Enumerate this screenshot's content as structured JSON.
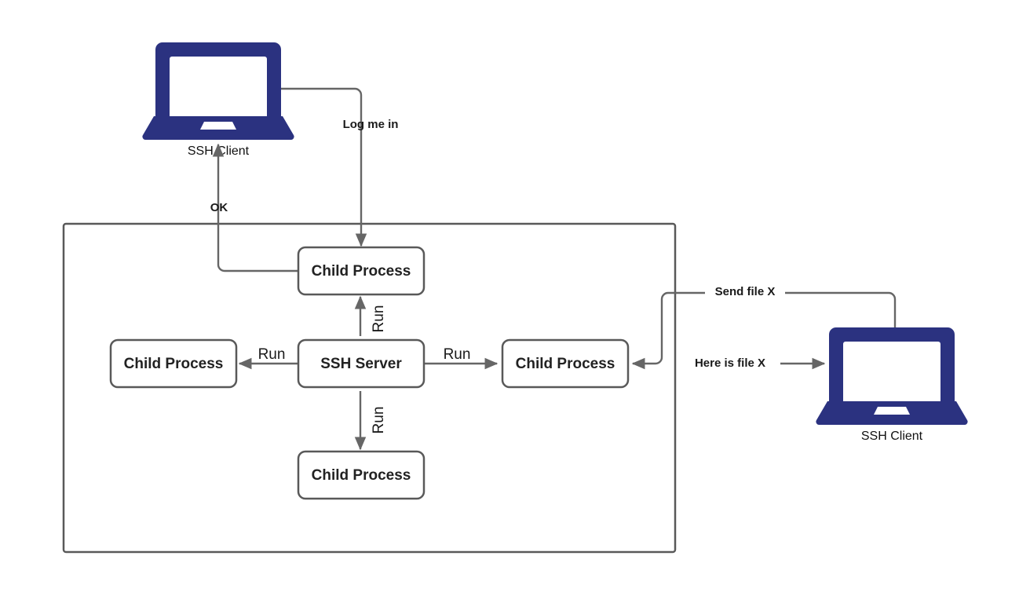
{
  "diagram": {
    "title": "SSH Server child process architecture",
    "colors": {
      "laptop": "#2b3280",
      "box_stroke": "#595959",
      "edge_stroke": "#666666",
      "text": "#1a1a1a",
      "background": "#ffffff"
    },
    "container": {
      "name": "ssh-server-host-boundary",
      "label": ""
    },
    "nodes": {
      "ssh_client_top": {
        "label": "SSH Client",
        "icon": "laptop-icon"
      },
      "ssh_client_right": {
        "label": "SSH Client",
        "icon": "laptop-icon"
      },
      "ssh_server": {
        "label": "SSH Server"
      },
      "child_process_top": {
        "label": "Child Process"
      },
      "child_process_left": {
        "label": "Child Process"
      },
      "child_process_right": {
        "label": "Child Process"
      },
      "child_process_bottom": {
        "label": "Child Process"
      }
    },
    "edges": [
      {
        "id": "login-request",
        "label": "Log me in",
        "from": "ssh_client_top",
        "to": "child_process_top",
        "style": "bold"
      },
      {
        "id": "login-ok",
        "label": "OK",
        "from": "child_process_top",
        "to": "ssh_client_top",
        "style": "bold"
      },
      {
        "id": "run-up",
        "label": "Run",
        "from": "ssh_server",
        "to": "child_process_top",
        "style": "plain",
        "orientation": "vertical"
      },
      {
        "id": "run-left",
        "label": "Run",
        "from": "ssh_server",
        "to": "child_process_left",
        "style": "plain",
        "orientation": "horizontal"
      },
      {
        "id": "run-right",
        "label": "Run",
        "from": "ssh_server",
        "to": "child_process_right",
        "style": "plain",
        "orientation": "horizontal"
      },
      {
        "id": "run-down",
        "label": "Run",
        "from": "ssh_server",
        "to": "child_process_bottom",
        "style": "plain",
        "orientation": "vertical"
      },
      {
        "id": "send-file",
        "label": "Send file X",
        "from": "ssh_client_right",
        "to": "child_process_right",
        "style": "bold"
      },
      {
        "id": "here-is-file",
        "label": "Here is file X",
        "from": "child_process_right",
        "to": "ssh_client_right",
        "style": "bold",
        "bidirectional": true
      }
    ]
  }
}
